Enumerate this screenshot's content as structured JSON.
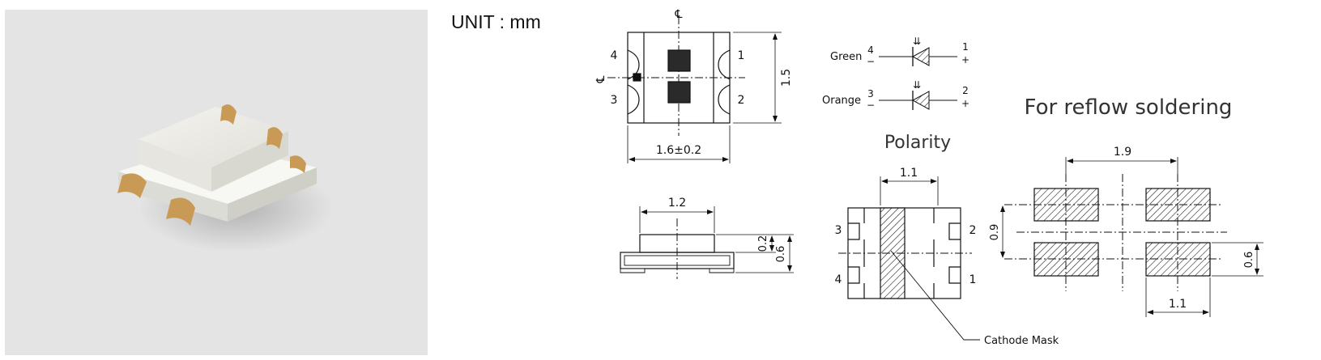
{
  "unit_label": "UNIT : mm",
  "top_view": {
    "centerline_top": "℄",
    "centerline_left": "℄",
    "pin_4": "4",
    "pin_1": "1",
    "pin_3": "3",
    "pin_2": "2",
    "dim_height": "1.5",
    "dim_width": "1.6±0.2"
  },
  "schematic": {
    "green_label": "Green",
    "green_pin_left": "4",
    "green_pin_left_sign": "−",
    "green_pin_right": "1",
    "green_pin_right_sign": "+",
    "orange_label": "Orange",
    "orange_pin_left": "3",
    "orange_pin_left_sign": "−",
    "orange_pin_right": "2",
    "orange_pin_right_sign": "+",
    "light_symbol": "⇊"
  },
  "polarity": {
    "title": "Polarity",
    "dim_width": "1.1",
    "pin_3": "3",
    "pin_2": "2",
    "pin_4": "4",
    "pin_1": "1",
    "cathode_label": "Cathode Mask"
  },
  "side_view": {
    "dim_top": "1.2",
    "dim_02": "0.2",
    "dim_06": "0.6"
  },
  "reflow": {
    "title": "For reflow soldering",
    "dim_19": "1.9",
    "dim_09": "0.9",
    "dim_06": "0.6",
    "dim_11": "1.1"
  },
  "colors": {
    "photo_background": "#e4e4e4",
    "led_body": "#f0efe9",
    "pad_gold": "#c99a55",
    "line": "#111111"
  }
}
